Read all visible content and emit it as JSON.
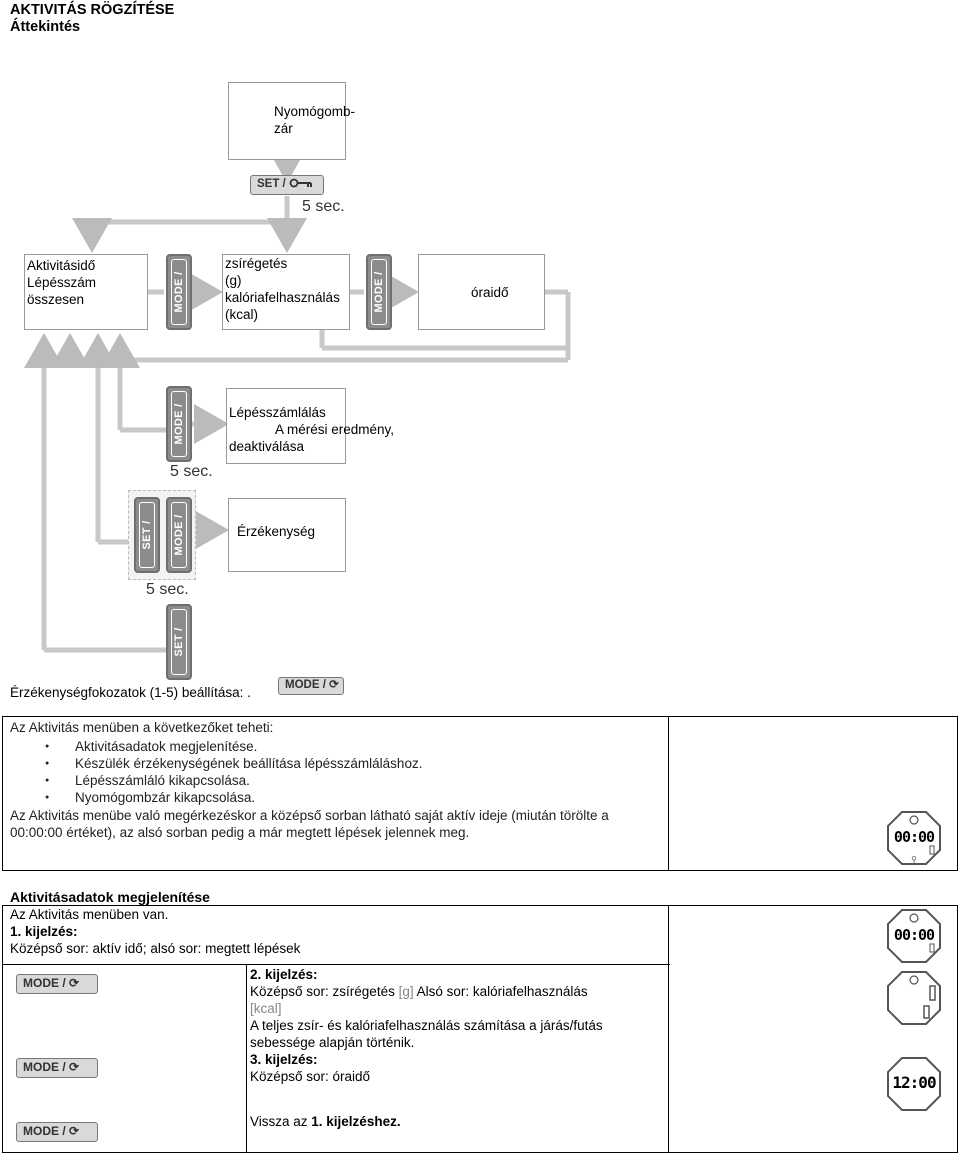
{
  "header": {
    "title": "AKTIVITÁS RÖGZÍTÉSE",
    "subtitle": "Áttekintés"
  },
  "diagram": {
    "lock_box": "Nyomógomb-\nzár",
    "set_button": "SET /",
    "set_duration": "5 sec.",
    "box_activity": "Aktivitásidő\nLépésszám\nösszesen",
    "mode_button": "MODE /",
    "box_fat": "zsírégetés\n(g)\nkalóriafelhasználás\n(kcal)",
    "box_clock": "óraidő",
    "mode_duration": "5 sec.",
    "box_stepcount_title": "Lépésszámlálás",
    "box_stepcount_line2": "A mérési eredmény,",
    "box_stepcount_line3": "deaktiválása",
    "box_sensitivity": "Érzékenység",
    "combo_duration": "5 sec."
  },
  "sensitivity_line": "Érzékenységfokozatok (1-5) beállítása: .",
  "menu_panel": {
    "intro": "Az Aktivitás menüben a következőket teheti:",
    "items": [
      "Aktivitásadatok megjelenítése.",
      "Készülék érzékenységének beállítása lépésszámláláshoz.",
      "Lépésszámláló kikapcsolása.",
      "Nyomógombzár kikapcsolása."
    ],
    "description": "Az Aktivitás menübe való megérkezéskor a középső sorban látható saját aktív ideje (miután törölte a 00:00:00 értéket), az alsó sorban pedig a már megtett lépések jelennek meg.",
    "watch_display": "00:00"
  },
  "display_section": {
    "heading": "Aktivitásadatok megjelenítése",
    "line1": "Az Aktivitás menüben van.",
    "d1_label": "1. kijelzés:",
    "d1_text": "Középső sor: aktív idő; alsó sor: megtett lépések",
    "d2_label": "2. kijelzés:",
    "d2_text_a": "Középső sor: zsírégetés ",
    "d2_g": "[g]",
    "d2_text_b": " Alsó sor: kalóriafelhasználás",
    "d2_kcal": "[kcal]",
    "d2_text_c": "A teljes zsír- és kalóriafelhasználás számítása a járás/futás sebessége alapján történik.",
    "d3_label": "3. kijelzés:",
    "d3_text": "Középső sor: óraidő",
    "back_a": "Vissza az ",
    "back_b": "1. kijelzéshez.",
    "mode_label": "MODE /",
    "watch1": "00:00",
    "watch3": "12:00"
  }
}
